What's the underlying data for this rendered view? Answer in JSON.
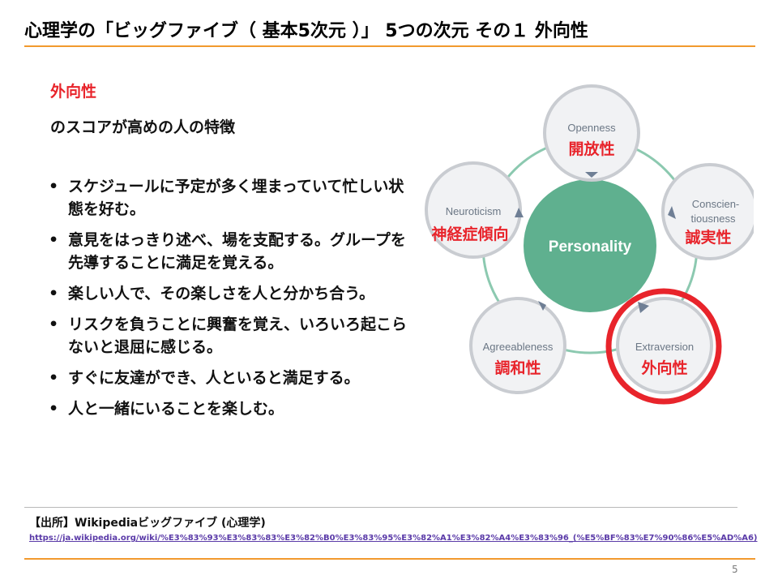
{
  "header": {
    "title": "心理学の「ビッグファイブ（ 基本5次元 ）」 5つの次元  その１  外向性"
  },
  "intro": {
    "trait": "外向性",
    "description": "のスコアが高めの人の特徴"
  },
  "bullets": [
    {
      "marker": "•",
      "text": "スケジュールに予定が多く埋まっていて忙しい状態を好む。"
    },
    {
      "marker": "•",
      "text": "意見をはっきり述べ、場を支配する。グループを先導することに満足を覚える。"
    },
    {
      "marker": "•",
      "text": "楽しい人で、その楽しさを人と分かち合う。"
    },
    {
      "marker": "•",
      "text": "リスクを負うことに興奮を覚え、いろいろ起こらないと退屈に感じる。"
    },
    {
      "marker": "•",
      "text": "すぐに友達ができ、人といると満足する。"
    },
    {
      "marker": "•",
      "text": "人と一緒にいることを楽しむ。"
    }
  ],
  "diagram": {
    "center_label": "Personality",
    "traits": {
      "openness": {
        "en": "Openness",
        "ja": "開放性"
      },
      "conscientiousness": {
        "en_line1": "Conscien-",
        "en_line2": "tiousness",
        "ja": "誠実性"
      },
      "extraversion": {
        "en": "Extraversion",
        "ja": "外向性"
      },
      "agreeableness": {
        "en": "Agreeableness",
        "ja": "調和性"
      },
      "neuroticism": {
        "en": "Neuroticism",
        "ja": "神経症傾向"
      }
    },
    "colors": {
      "center_fill": "#5fb08f",
      "ring": "#8cc9b0",
      "node_fill": "#f1f2f4",
      "node_stroke": "#c9ccd1",
      "node_text": "#6b7785",
      "arrow": "#6f7f95",
      "highlight": "#e8242b"
    }
  },
  "source": {
    "label": "【出所】Wikipediaビッグファイブ (心理学)",
    "url": "https://ja.wikipedia.org/wiki/%E3%83%93%E3%83%83%E3%82%B0%E3%83%95%E3%82%A1%E3%82%A4%E3%83%96_(%E5%BF%83%E7%90%86%E5%AD%A6)"
  },
  "footer": {
    "page_number": "5"
  },
  "colors": {
    "accent_rule": "#f29a2e",
    "trait_red": "#e8242b"
  }
}
